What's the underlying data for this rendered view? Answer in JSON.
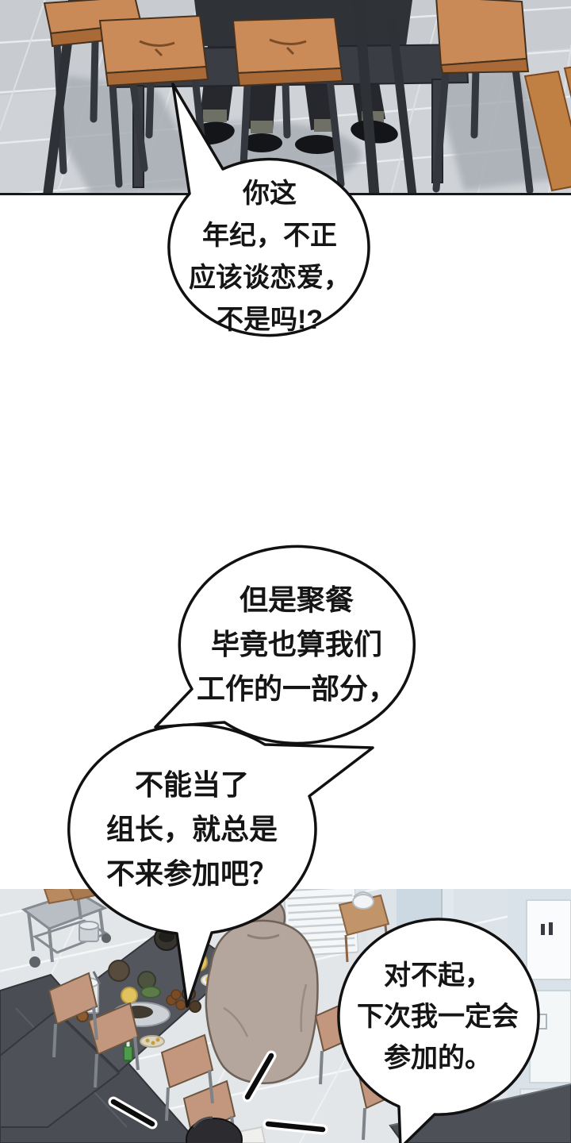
{
  "comic": {
    "bubbles": [
      {
        "id": "bubble-1",
        "lines": [
          "你这",
          "年纪，不正",
          "应该谈恋爱，",
          "不是吗!?"
        ]
      },
      {
        "id": "bubble-2",
        "lines": [
          "但是聚餐",
          "毕竟也算我们",
          "工作的一部分，"
        ]
      },
      {
        "id": "bubble-3",
        "lines": [
          "不能当了",
          "组长，就总是",
          "不来参加吧？"
        ]
      },
      {
        "id": "bubble-4",
        "lines": [
          "对不起，",
          "下次我一定会",
          "参加的。"
        ]
      }
    ],
    "colors": {
      "page_background": "#ffffff",
      "bubble_fill": "#ffffff",
      "bubble_outline": "#111111",
      "text": "#151515",
      "top_floor": "#c8ccd1",
      "chair_cushion": "#c98a57",
      "chair_frame": "#34373d",
      "table_dark": "#3a3d43",
      "bench_wood": "#c08044",
      "bottom_floor": "#e3e6e9",
      "bottom_table": "#53565c",
      "wood_chair": "#c2977d",
      "jacket": "#b4a69c",
      "hair_black": "#2c2c30"
    }
  }
}
